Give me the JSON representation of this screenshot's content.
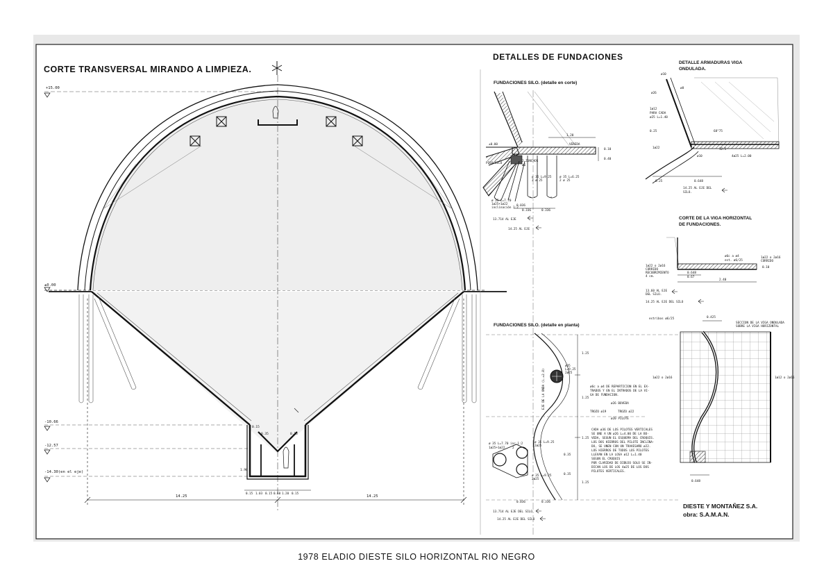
{
  "drawing": {
    "main_title": "CORTE TRANSVERSAL MIRANDO A LIMPIEZA.",
    "levels": {
      "top": "+15.00",
      "ground": "±0.00",
      "l1": "-10.66",
      "l2": "-12.57",
      "l3": "-14.30(en el eje)"
    },
    "dims": {
      "half_left": "14.25",
      "half_right": "14.25",
      "bottom_sub": [
        "0.15",
        "1.03",
        "0.15",
        "0.60",
        "1.20",
        "0.15"
      ],
      "pit_labels": [
        "0.15",
        "0.35",
        "1.90",
        "0.15"
      ]
    },
    "details_title": "DETALLES DE FUNDACIONES",
    "silo_section": {
      "title": "FUNDACIONES SILO. (detalle en corte)",
      "labels": {
        "ground": "±0.00",
        "vereda": "VEREDA",
        "d120": "1.20",
        "d010": "0.10",
        "d040": "0.40",
        "piso_silo": "PISO\nSILO",
        "zunchos": "2 ZUNCHOS",
        "zunchos2": "ø6",
        "p1": "ø 35 L=9.25",
        "p1b": "2 ø 25",
        "p2": "ø 35 L=6.25",
        "p2b": "2 ø 25",
        "p3": "ø 35 L=7.70",
        "p3b": "1ø25+1ø22",
        "p3c": "inclinación 1:2",
        "d0036": "0.036",
        "d0336": "0.336",
        "d0336b": "0.336",
        "eje1": "13.714 AL EJE",
        "eje2": "14.25 AL EJE"
      }
    },
    "wave_beam": {
      "title": "DETALLE ARMADURAS VIGA",
      "title2": "ONDULADA.",
      "labels": {
        "a": "ø10",
        "b": "ø8",
        "c": "ø26",
        "d": "1ø12",
        "e": "PARA CADA",
        "f": "ø25 L=1.40",
        "g": "0.25",
        "h": "1ø22",
        "i": "ø10",
        "j": "12.5",
        "k": "4ø25 L=2.00",
        "l": "68°75",
        "m": "0.25",
        "n": "0.648",
        "o": "14.25 AL EJE DEL",
        "p": "SILO."
      }
    },
    "horiz_beam": {
      "title": "CORTE DE LA VIGA HORIZONTAL",
      "title2": "DE FUNDACIONES.",
      "labels": {
        "a": "ø6c a ø4",
        "b": "est. ø6/25",
        "c": "1ø22 o 2ø16",
        "d": "CORRIDO",
        "e": "1ø22 o 2ø16",
        "f": "CORRIDO",
        "g": "RECUBRIMIENTO",
        "h": "4 cm.",
        "i": "0.648",
        "j": "0.67",
        "k": "2.40",
        "l": "0.10",
        "m": "13.60 AL EJE",
        "n": "DEL SILO.",
        "o": "14.25 AL EJE DEL SILO"
      }
    },
    "plan": {
      "title": "FUNDACIONES SILO. (detalle en planta)",
      "labels": {
        "a": "estribos ø6/25",
        "b": "0.425",
        "c": "SECCION DE LA VIGA ONDULADA",
        "d": "SOBRE LA VIGA HORIZONTAL",
        "e": "1ø22 o 2ø16",
        "f": "1ø12 o 2ø16",
        "g": "ø35",
        "h": "L=9.25",
        "i": "2ø25",
        "j": "EJE DE LA ONDA (L.=2.8)",
        "k": "ø6c a ø4 DE REPARTICION EN EL EX-",
        "l": "TRADOS Y EN EL INTRADOS DE LA VI-",
        "m": "GA DE FUNDACION.",
        "n": "ø26 BOVEDA",
        "o": "TROZO ø19",
        "p": "TROZO ø22",
        "q": "ø20 PILOTE",
        "r": "CADA ø36 DE LOS PILOTES VERTICALES",
        "s": "SE UNE A UN ø26 L=4.00 DE LA BO-",
        "t": "VEDA, SEGUN EL ESQUEMA DEL CROQUIS.",
        "u": "LOS DOS HIERROS DEL PILOTE INCLINA-",
        "v": "DO, SE UNEN CON UN TRAVESAÑO ø22.",
        "w": "LOS HIERROS DE TODOS LOS PILOTES",
        "x": "LLEVAN EN LA LOSA ø12 L=1.40",
        "y": "SEGUN EL CROQUIS",
        "z": "POR CLARIDAD DE DIBUJO SOLO SE IN-",
        "z2": "DICAN LOS DE LOS 4ø25 DE LOS DOS",
        "z3": "PILOTES VERTICALES.",
        "p1": "ø 35 L=7.70 inc.1:2",
        "p1b": "1ø25+1ø22",
        "p1c": "2",
        "p2": "ø 35 L=9.25",
        "p2b": "2ø25",
        "p3": "ø 35 L=9.25",
        "p3b": "2ø25",
        "d1": "1.25",
        "d2": "1.25",
        "d3": "1.25",
        "d4": "1.25",
        "d5": "0.35",
        "d6": "0.35",
        "d7": "0.036",
        "d8": "0.336",
        "d9": "0.648",
        "eje1": "13.714 AL EJE DEL SILO",
        "eje2": "14.25 AL EJE DEL SILO"
      }
    },
    "firm": "DIESTE Y MONTAÑEZ S.A.",
    "obra": "obra: S.A.M.A.N."
  },
  "caption": "1978   ELADIO  DIESTE    SILO  HORIZONTAL RIO  NEGRO"
}
